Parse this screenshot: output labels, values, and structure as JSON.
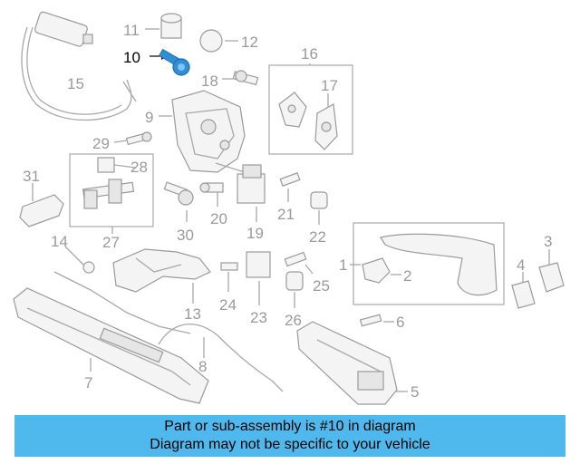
{
  "diagram": {
    "labels": [
      "1",
      "2",
      "3",
      "4",
      "5",
      "6",
      "7",
      "8",
      "9",
      "10",
      "11",
      "12",
      "13",
      "14",
      "15",
      "16",
      "17",
      "18",
      "19",
      "20",
      "21",
      "22",
      "23",
      "24",
      "25",
      "26",
      "27",
      "28",
      "29",
      "30",
      "31"
    ],
    "highlighted_part": "10",
    "colors": {
      "highlight_part": "#2f8fd6",
      "banner": "#4fb9ee",
      "linework": "#a8a8a8"
    }
  },
  "banner": {
    "line1": "Part or sub-assembly is #10 in diagram",
    "line2": "Diagram may not be specific to your vehicle"
  }
}
